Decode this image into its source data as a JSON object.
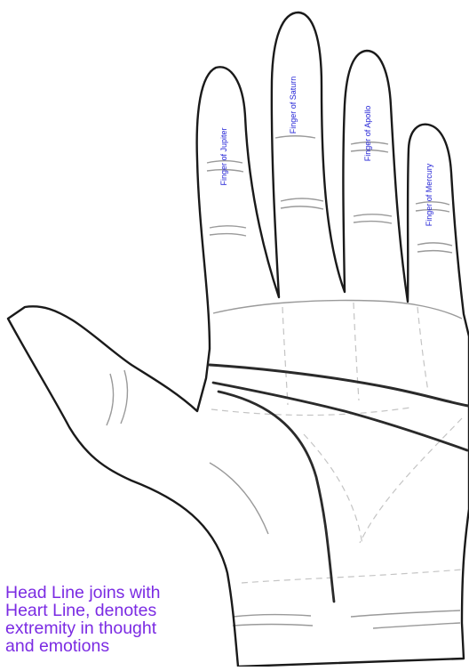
{
  "colors": {
    "background": "#ffffff",
    "outline": "#1a1a1a",
    "crease": "#9a9a9a",
    "mount_guide": "#c4c4c4",
    "major_line": "#2a2a2a",
    "finger_label": "#2424d6",
    "caption": "#7b2be3"
  },
  "fingers": [
    {
      "id": "jupiter",
      "label": "Finger of Jupiter"
    },
    {
      "id": "saturn",
      "label": "Finger of Saturn"
    },
    {
      "id": "apollo",
      "label": "Finger of Apollo"
    },
    {
      "id": "mercury",
      "label": "Finger of Mercury"
    }
  ],
  "caption": {
    "lines": [
      "Head Line joins with",
      "Heart Line, denotes",
      "extremity in thought",
      "and emotions"
    ]
  }
}
